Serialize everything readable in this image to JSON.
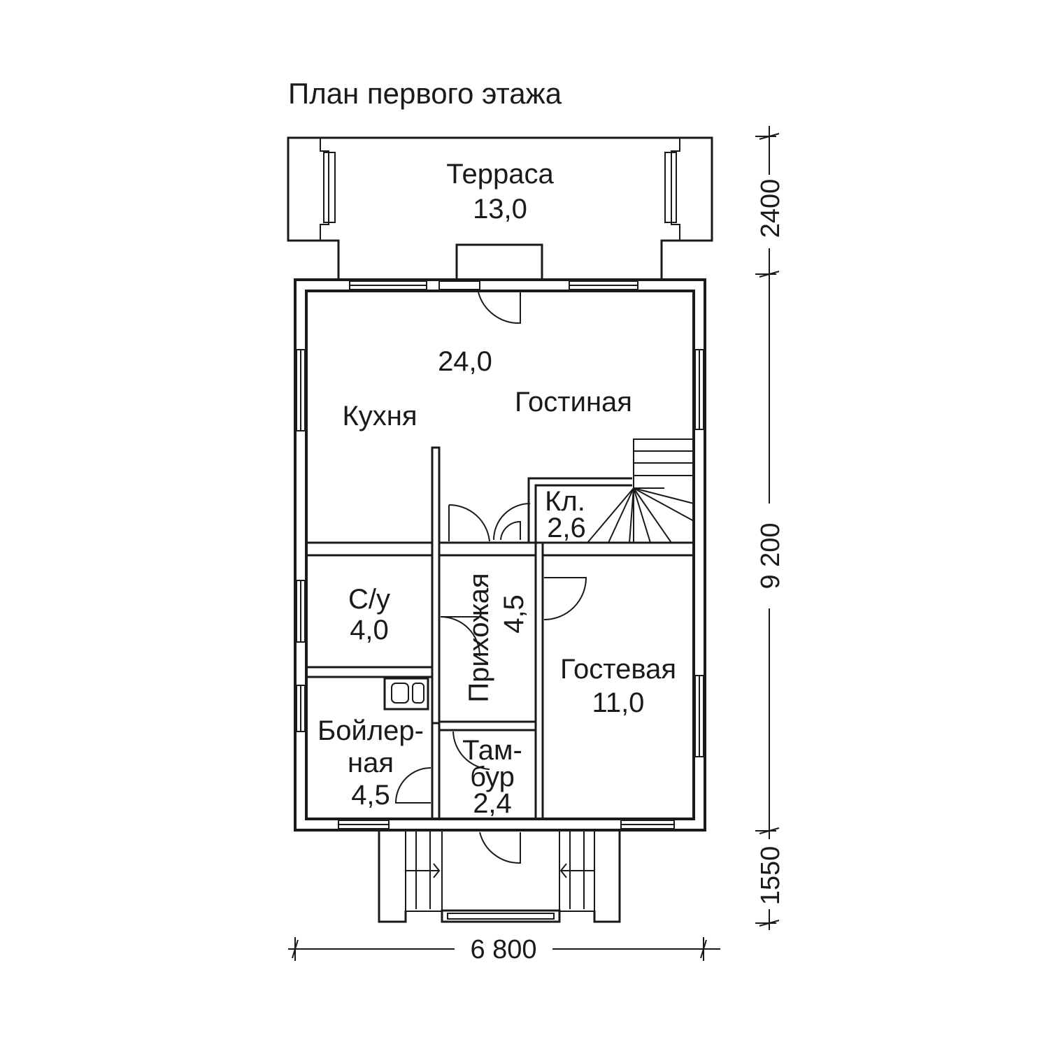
{
  "title": "План первого этажа",
  "rooms": [
    {
      "name": "Терраса",
      "area": "13,0"
    },
    {
      "name": "Кухня",
      "area": "24,0"
    },
    {
      "name": "Гостиная"
    },
    {
      "name": "Кл.",
      "area": "2,6"
    },
    {
      "name": "С/у",
      "area": "4,0"
    },
    {
      "name": "Прихожая",
      "area": "4,5"
    },
    {
      "name": "Гостевая",
      "area": "11,0"
    },
    {
      "name_line1": "Бойлер-",
      "name_line2": "ная",
      "area": "4,5"
    },
    {
      "name_line1": "Там-",
      "name_line2": "бур",
      "area": "2,4"
    }
  ],
  "dimensions": {
    "width": "6 800",
    "terrace_depth": "2400",
    "house_depth": "9 200",
    "porch_depth": "1550"
  }
}
